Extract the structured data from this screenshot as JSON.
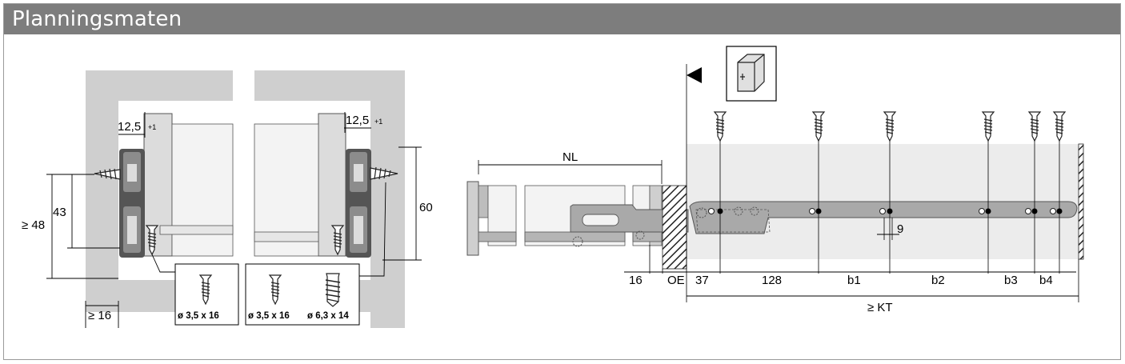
{
  "header": {
    "title": "Planningsmaten"
  },
  "left_diagram": {
    "dim_left_setback": "12,5",
    "dim_left_setback_tol": "+1",
    "dim_right_setback": "12,5",
    "dim_right_setback_tol": "+1",
    "dim_min_height": "≥ 48",
    "dim_height": "43",
    "dim_side": "60",
    "dim_min_thickness": "≥ 16",
    "screw_box_1": {
      "label": "ø 3,5 x 16"
    },
    "screw_box_2": {
      "label_a": "ø 3,5 x 16",
      "label_b": "ø 6,3 x 14"
    }
  },
  "right_diagram": {
    "dim_nl": "NL",
    "dim_9": "9",
    "dims_bottom": [
      "16",
      "OE",
      "37",
      "128",
      "b1",
      "b2",
      "b3",
      "b4"
    ],
    "dim_kt": "≥ KT"
  },
  "colors": {
    "header_bg": "#7d7d7d",
    "panel_gray": "#cfcfcf",
    "light_gray": "#ececec",
    "rail_gray": "#a9a9a9"
  },
  "icons": [
    "screw-icon",
    "cabinet-icon",
    "arrow-marker-icon"
  ]
}
